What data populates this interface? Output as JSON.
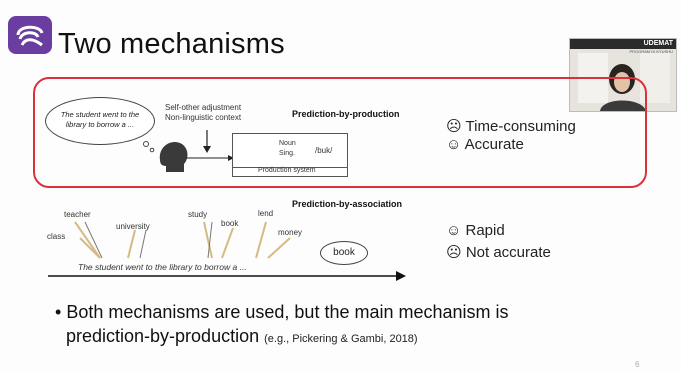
{
  "slide": {
    "title": "Two mechanisms",
    "page_number": "6"
  },
  "video": {
    "brand": "UDEMAT",
    "caption": "PROGRAM DI KYUSHU"
  },
  "production": {
    "heading": "Prediction-by-production",
    "speech_bubble": "The student went to the library to borrow a ...",
    "context_line1": "Self-other adjustment",
    "context_line2": "Non-linguistic context",
    "noun": "Noun",
    "sing": "Sing.",
    "phon": "/buk/",
    "system_label": "Production system",
    "pro1": "Time-consuming",
    "pro2": "Accurate"
  },
  "association": {
    "heading": "Prediction-by-association",
    "sentence": "The student went to the library to borrow a ...",
    "words": [
      "teacher",
      "university",
      "class",
      "study",
      "book",
      "lend",
      "money"
    ],
    "target": "book",
    "pro1": "Rapid",
    "pro2": "Not accurate"
  },
  "bullet": {
    "text_line1": "Both mechanisms are used, but the main mechanism is",
    "text_line2": "prediction-by-production",
    "citation": "(e.g., Pickering & Gambi, 2018)"
  },
  "icons": {
    "sad": "frown-icon",
    "happy": "smile-icon",
    "accent_red": "#d9323a",
    "logo_purple": "#6a3ea1"
  }
}
